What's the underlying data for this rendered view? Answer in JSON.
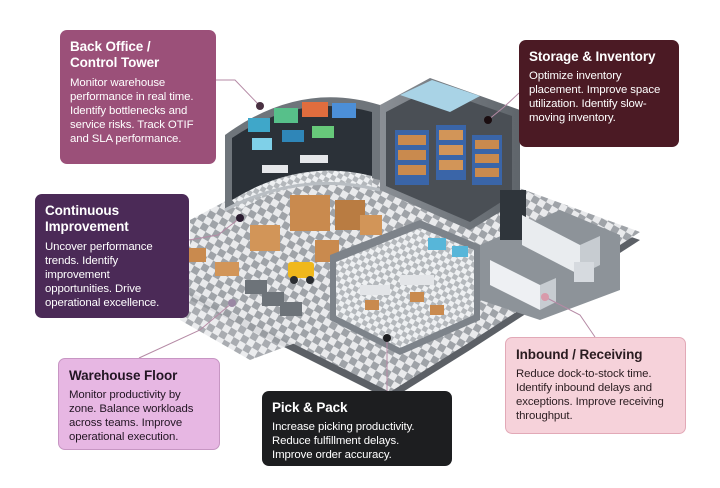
{
  "callouts": {
    "back_office": {
      "title": "Back Office /\nControl Tower",
      "body": "Monitor warehouse performance in real time. Identify bottlenecks and service risks. Track OTIF and SLA performance."
    },
    "continuous": {
      "title": "Continuous Improvement",
      "body": "Uncover performance trends. Identify improvement opportunities. Drive operational excellence."
    },
    "floor": {
      "title": "Warehouse Floor",
      "body": "Monitor productivity by zone. Balance workloads across teams. Improve operational execution."
    },
    "pick": {
      "title": "Pick & Pack",
      "body": "Increase picking productivity. Reduce fulfillment delays. Improve order accuracy."
    },
    "inbound": {
      "title": "Inbound / Receiving",
      "body": "Reduce dock-to-stock time. Identify inbound delays and exceptions. Improve receiving throughput."
    },
    "storage": {
      "title": "Storage & Inventory",
      "body": "Optimize inventory placement. Improve space utilization. Identify slow-moving inventory."
    }
  },
  "colors": {
    "back_office": "#9b5079",
    "continuous": "#4b2a57",
    "floor": "#e7b7e3",
    "pick": "#1d1e20",
    "inbound": "#f6d2da",
    "storage": "#4b1a24"
  }
}
